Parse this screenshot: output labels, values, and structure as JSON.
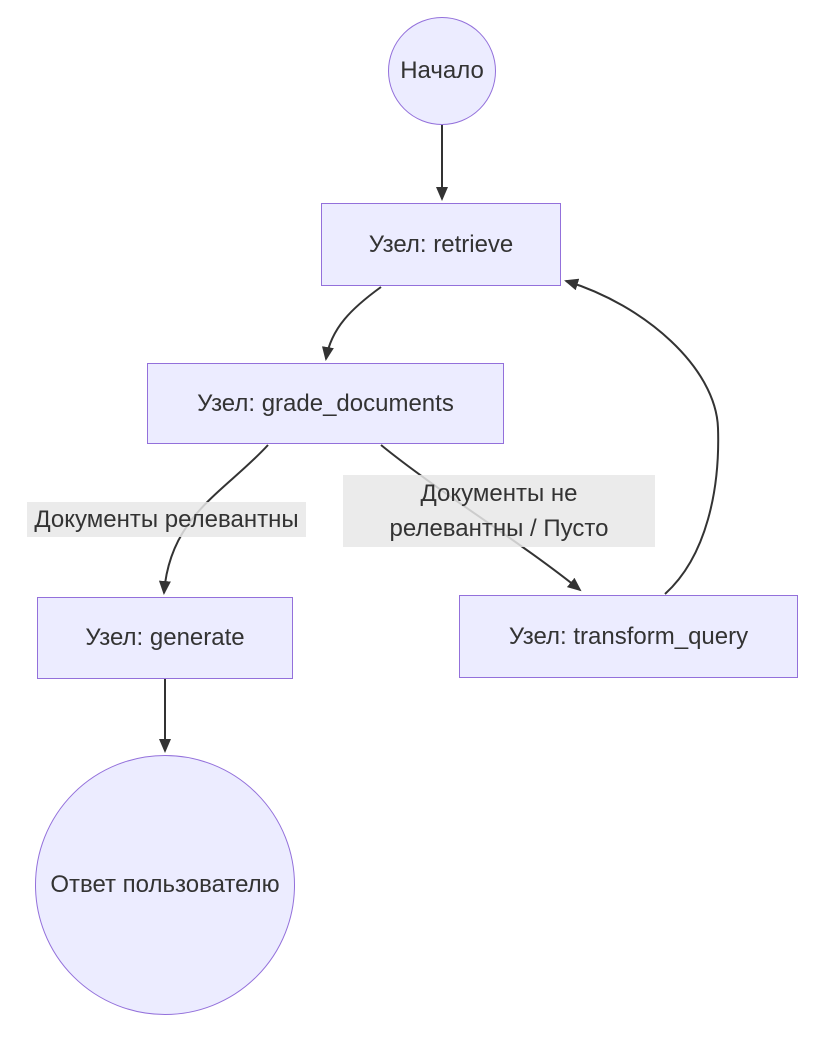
{
  "diagram": {
    "type": "flowchart",
    "direction": "top-to-bottom",
    "colors": {
      "node_fill": "#ECECFF",
      "node_border": "#9370DB",
      "edge_stroke": "#333333",
      "edge_label_bg": "#e8e8e8",
      "text": "#333333",
      "background": "#ffffff"
    },
    "nodes": [
      {
        "id": "start",
        "shape": "circle",
        "label": "Начало"
      },
      {
        "id": "retrieve",
        "shape": "rect",
        "label": "Узел: retrieve"
      },
      {
        "id": "grade_documents",
        "shape": "rect",
        "label": "Узел: grade_documents"
      },
      {
        "id": "generate",
        "shape": "rect",
        "label": "Узел: generate"
      },
      {
        "id": "transform_query",
        "shape": "rect",
        "label": "Узел: transform_query"
      },
      {
        "id": "answer",
        "shape": "circle",
        "label": "Ответ пользователю"
      }
    ],
    "edges": [
      {
        "from": "start",
        "to": "retrieve",
        "label": ""
      },
      {
        "from": "retrieve",
        "to": "grade_documents",
        "label": ""
      },
      {
        "from": "grade_documents",
        "to": "generate",
        "label": "Документы релевантны"
      },
      {
        "from": "grade_documents",
        "to": "transform_query",
        "label": "Документы не релевантны / Пусто",
        "label_lines": [
          "Документы не",
          "релевантны / Пусто"
        ]
      },
      {
        "from": "transform_query",
        "to": "retrieve",
        "label": ""
      },
      {
        "from": "generate",
        "to": "answer",
        "label": ""
      }
    ]
  }
}
